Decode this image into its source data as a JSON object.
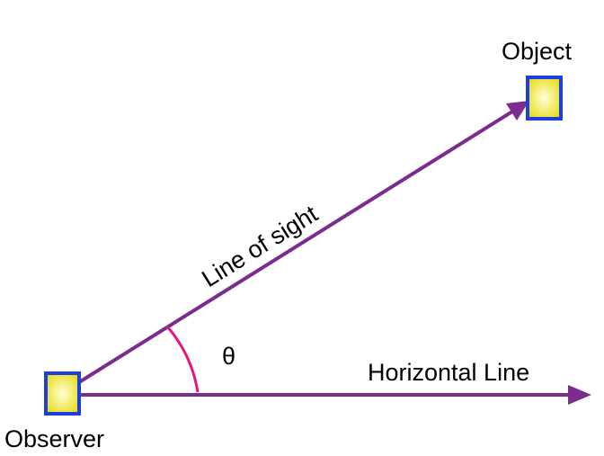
{
  "labels": {
    "object": "Object",
    "observer": "Observer",
    "line_of_sight": "Line of sight",
    "horizontal_line": "Horizontal Line",
    "angle_symbol": "θ"
  },
  "colors": {
    "line": "#7B2D8E",
    "angle_arc": "#E6157F",
    "marker_border": "#1E3FE0",
    "marker_fill_center": "#FFFFD8",
    "marker_fill_edge": "#E8DC1A",
    "text": "#000000"
  }
}
